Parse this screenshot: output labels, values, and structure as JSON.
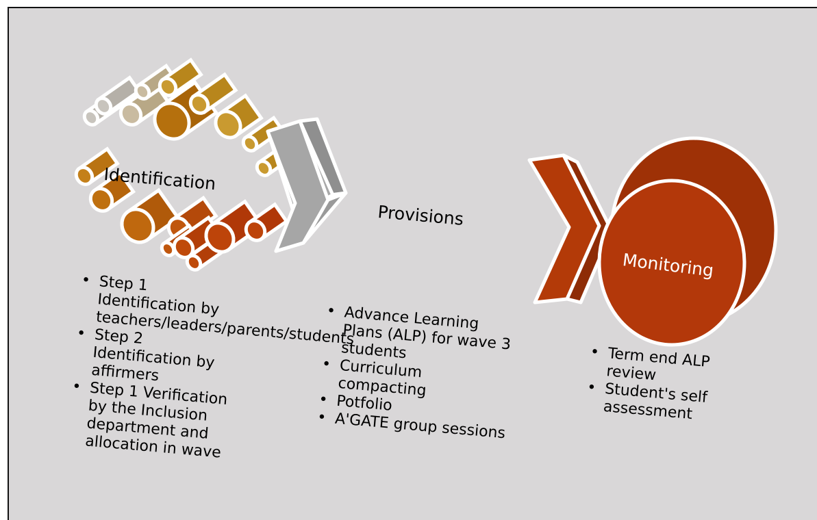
{
  "stages": [
    {
      "title": "Identification",
      "items": [
        "Step 1 Identification by teachers/leaders/parents/students",
        "Step 2 Identification by affirmers",
        "Step 1 Verification by the Inclusion department and allocation in wave"
      ]
    },
    {
      "title": "Provisions",
      "items": [
        "Advance Learning Plans (ALP) for wave 3 students",
        "Curriculum compacting",
        "Potfolio",
        "A'GATE group sessions"
      ]
    },
    {
      "title": "Monitoring",
      "items": [
        "Term end ALP review",
        "Student's self assessment"
      ]
    }
  ],
  "colors": {
    "background": "#d9d7d8",
    "grey_chevron": "#a6a6a6",
    "rust": "#b33a08",
    "orange": "#c0620d",
    "gold": "#b8861c",
    "tan": "#bfb29a"
  },
  "icons": [
    "cylinder-cluster-icon",
    "chevron-grey-icon",
    "chevron-rust-icon",
    "disc-icon"
  ]
}
